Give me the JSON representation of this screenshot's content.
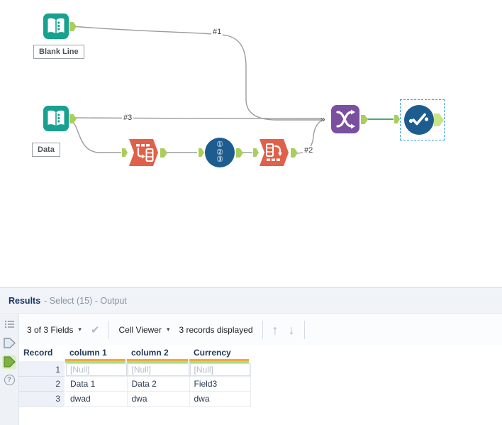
{
  "canvas": {
    "tools": {
      "input_blank_line": {
        "name": "Input Data",
        "label": "Blank Line"
      },
      "input_data": {
        "name": "Input Data",
        "label": "Data"
      },
      "transpose": {
        "name": "Transpose"
      },
      "record_id": {
        "name": "Record ID",
        "digits": [
          "①",
          "②",
          "③"
        ]
      },
      "cross_tab": {
        "name": "Cross Tab"
      },
      "union": {
        "name": "Union",
        "multi_input_glyph": "»"
      },
      "select": {
        "name": "Select"
      }
    },
    "connection_labels": {
      "c1": "#1",
      "c2": "#2",
      "c3": "#3"
    }
  },
  "results": {
    "title": "Results",
    "subtitle": "- Select (15) - Output",
    "toolbar": {
      "fields_dropdown": "3 of 3 Fields",
      "caret_glyph": "▾",
      "check_glyph": "✔",
      "cell_viewer_dropdown": "Cell Viewer",
      "records_displayed": "3 records displayed",
      "up_arrow_glyph": "↑",
      "down_arrow_glyph": "↓"
    },
    "sidebar": {
      "help_glyph": "?"
    },
    "table": {
      "headers": [
        "Record",
        "column 1",
        "column 2",
        "Currency"
      ],
      "rows": [
        {
          "record": "1",
          "cells": [
            "[Null]",
            "[Null]",
            "[Null]"
          ]
        },
        {
          "record": "2",
          "cells": [
            "Data 1",
            "Data 2",
            "Field3"
          ]
        },
        {
          "record": "3",
          "cells": [
            "dwad",
            "dwa",
            "dwa"
          ]
        }
      ]
    }
  },
  "colors": {
    "input_tool_teal": "#17a18f",
    "transform_orange": "#e0614a",
    "preparation_blue": "#1d5c8e",
    "join_purple": "#7a4fa0",
    "anchor_green": "#a9ce5b",
    "selected_wire_green": "#2f9e60",
    "selection_dash_blue": "#2f9bd8",
    "quality_bar_orange": "#f3a73e",
    "quality_bar_green": "#a5e18c"
  }
}
